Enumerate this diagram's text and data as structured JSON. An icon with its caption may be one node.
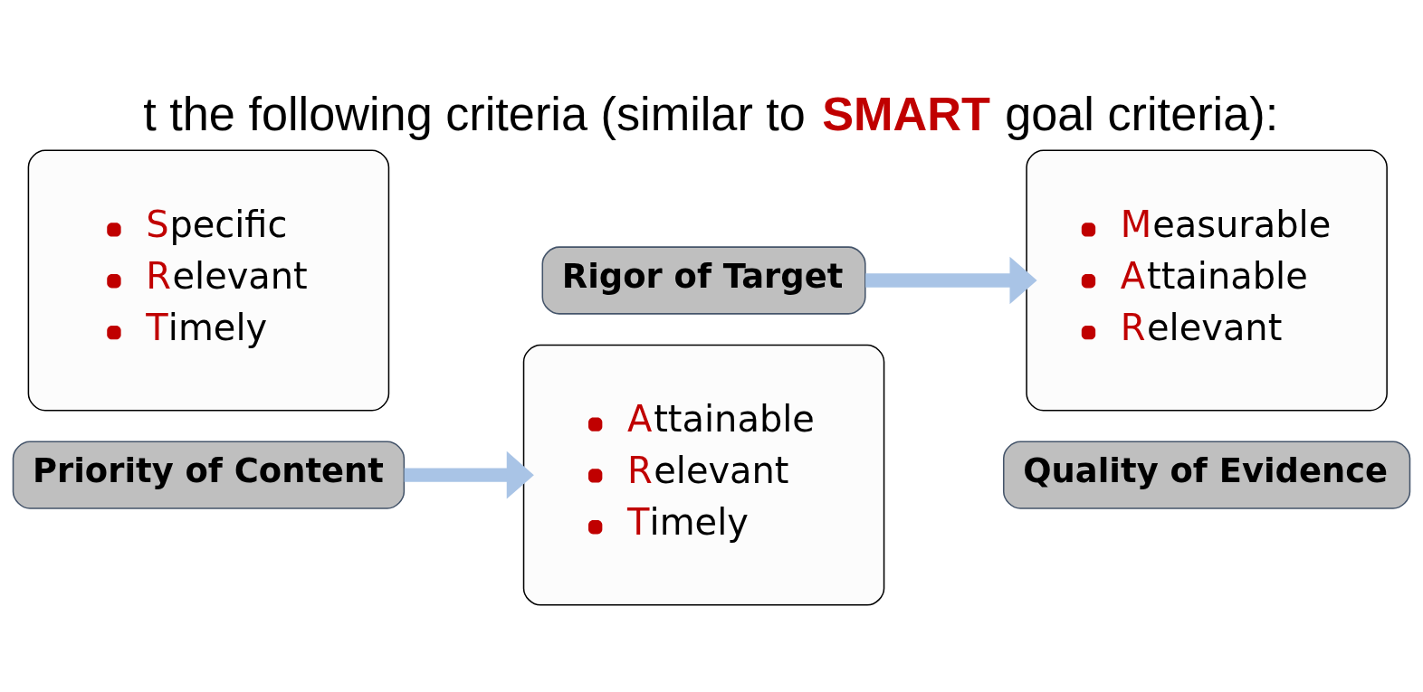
{
  "diagram": {
    "title": "t the following criteria (similar to **SMART** goal criteria):",
    "nodes": [
      {
        "text": [
          "Specific",
          "Relevant",
          "Timely"
        ]
      },
      {
        "text": [
          "Priority of Content"
        ]
      },
      {
        "text": [
          "Rigor of Target"
        ]
      },
      {
        "text": [
          "Attainable",
          "Relevant",
          "Timely"
        ]
      },
      {
        "text": [
          "Measurable",
          "Attainable",
          "Relevant"
        ]
      },
      {
        "text": [
          "Quality of Evidence"
        ]
      }
    ],
    "edges": [
      {
        "from": 1,
        "to": 3,
        "arrow": "to"
      },
      {
        "from": 2,
        "to": 4,
        "arrow": "to"
      }
    ]
  }
}
